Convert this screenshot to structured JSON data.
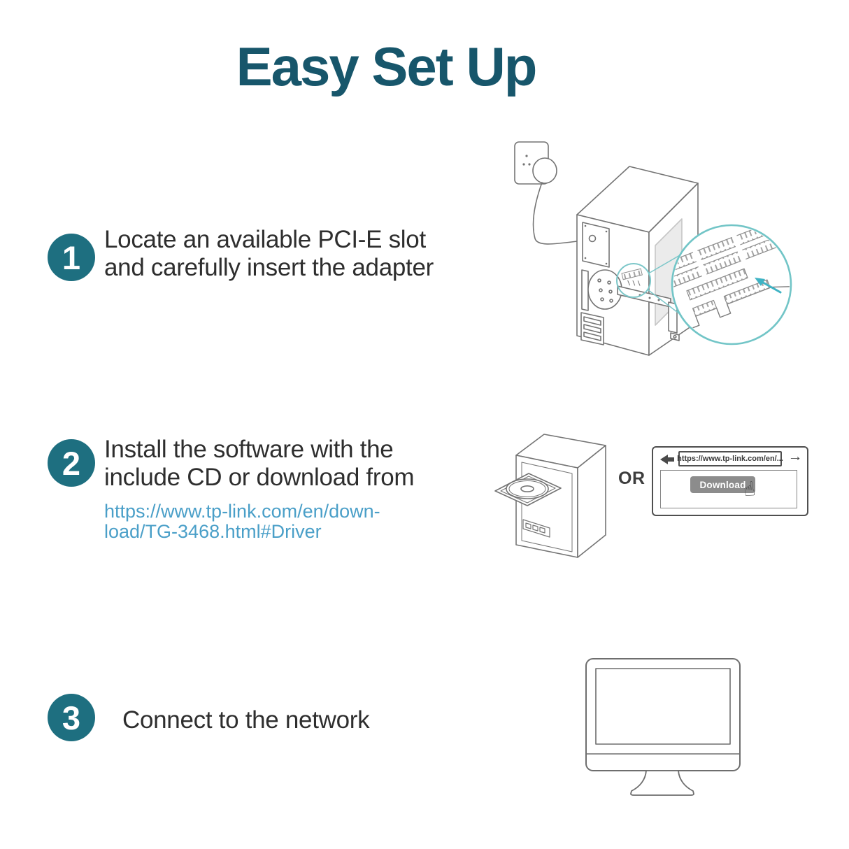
{
  "title": "Easy Set Up",
  "steps": [
    {
      "number": "1",
      "line1": "Locate an available PCI-E slot",
      "line2": "and carefully insert the adapter"
    },
    {
      "number": "2",
      "line1": "Install the software with the",
      "line2": "include CD or download from",
      "link_line1": "https://www.tp-link.com/en/down-",
      "link_line2": "load/TG-3468.html#Driver"
    },
    {
      "number": "3",
      "line1": "Connect to the network"
    }
  ],
  "step2_art": {
    "or_label": "OR",
    "browser_url": "https://www.tp-link.com/en/...",
    "download_label": "Download",
    "forward_glyph": "→",
    "hand_glyph": "☝",
    "back_icon": "back-arrow",
    "forward_icon": "forward-arrow",
    "hand_icon": "hand-cursor"
  },
  "colors": {
    "title_teal": "#17566b",
    "accent_teal": "#1e6f80",
    "link_blue": "#4a9fc8",
    "text_dark": "#2e2e2e",
    "line_art_gray": "#747474",
    "zoom_circle_teal": "#72c5c7",
    "arrow_teal": "#3fb3c4",
    "download_gray": "#8c8c8c"
  }
}
